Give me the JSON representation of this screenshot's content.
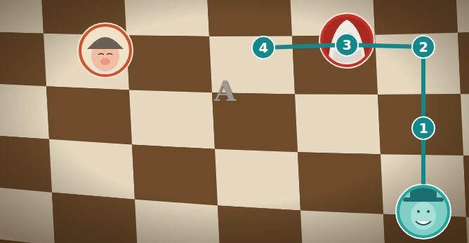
{
  "diagram": {
    "nodes": [
      {
        "text": [
          "1"
        ]
      },
      {
        "text": [
          "2"
        ]
      },
      {
        "text": [
          "3"
        ]
      },
      {
        "text": [
          "4"
        ]
      }
    ],
    "edges": [
      {
        "from": 0,
        "to": 1,
        "arrow": "none"
      },
      {
        "from": 1,
        "to": 2,
        "arrow": "none"
      },
      {
        "from": 2,
        "to": 3,
        "arrow": "none"
      }
    ],
    "labels": [
      "A"
    ]
  }
}
